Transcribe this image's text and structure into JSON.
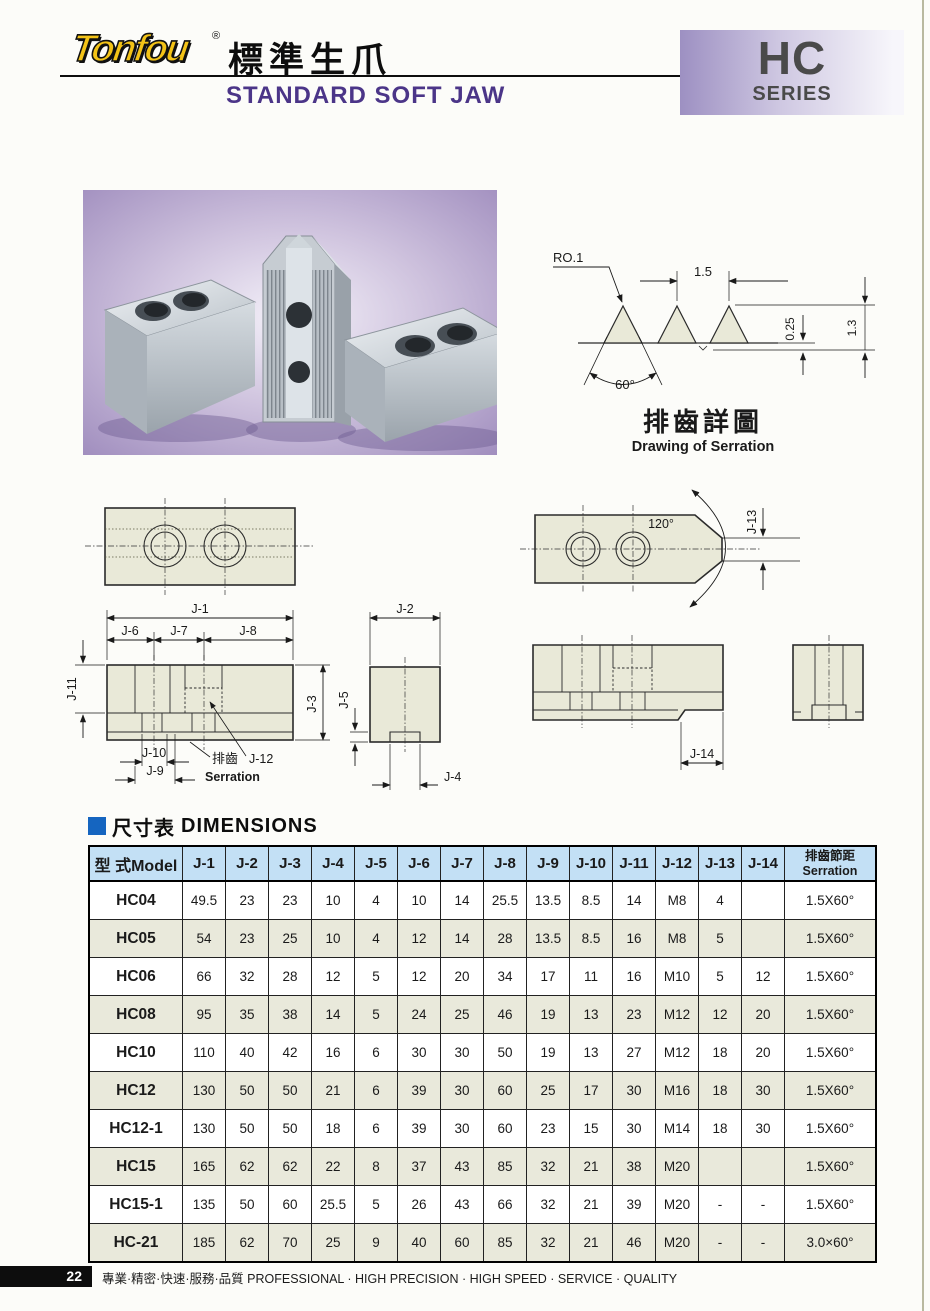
{
  "header": {
    "logo_text": "Tonfou",
    "registered_mark": "®",
    "title_zh": "標準生爪",
    "title_en": "STANDARD SOFT JAW",
    "series_code": "HC",
    "series_label": "SERIES"
  },
  "serration_drawing": {
    "radius_label": "RO.1",
    "pitch_label": "1.5",
    "depth_label": "0.25",
    "height_label": "1.3",
    "angle_label": "60°",
    "title_zh": "排齒詳圖",
    "title_en": "Drawing of Serration"
  },
  "dimension_drawing": {
    "j1": "J-1",
    "j2": "J-2",
    "j3": "J-3",
    "j4": "J-4",
    "j5": "J-5",
    "j6": "J-6",
    "j7": "J-7",
    "j8": "J-8",
    "j9": "J-9",
    "j10": "J-10",
    "j11": "J-11",
    "j12": "J-12",
    "j13": "J-13",
    "j14": "J-14",
    "angle_label": "120°",
    "serration_zh": "排齒",
    "serration_en": "Serration"
  },
  "dimensions_table": {
    "section_title_zh": "尺寸表",
    "section_title_en": "DIMENSIONS",
    "model_header": "型 式Model",
    "j_headers": [
      "J-1",
      "J-2",
      "J-3",
      "J-4",
      "J-5",
      "J-6",
      "J-7",
      "J-8",
      "J-9",
      "J-10",
      "J-11",
      "J-12",
      "J-13",
      "J-14"
    ],
    "serration_header_zh": "排齒節距",
    "serration_header_en": "Serration",
    "rows": [
      {
        "model": "HC04",
        "values": [
          "49.5",
          "23",
          "23",
          "10",
          "4",
          "10",
          "14",
          "25.5",
          "13.5",
          "8.5",
          "14",
          "M8",
          "4",
          ""
        ],
        "serration": "1.5X60°"
      },
      {
        "model": "HC05",
        "values": [
          "54",
          "23",
          "25",
          "10",
          "4",
          "12",
          "14",
          "28",
          "13.5",
          "8.5",
          "16",
          "M8",
          "5",
          ""
        ],
        "serration": "1.5X60°"
      },
      {
        "model": "HC06",
        "values": [
          "66",
          "32",
          "28",
          "12",
          "5",
          "12",
          "20",
          "34",
          "17",
          "11",
          "16",
          "M10",
          "5",
          "12"
        ],
        "serration": "1.5X60°"
      },
      {
        "model": "HC08",
        "values": [
          "95",
          "35",
          "38",
          "14",
          "5",
          "24",
          "25",
          "46",
          "19",
          "13",
          "23",
          "M12",
          "12",
          "20"
        ],
        "serration": "1.5X60°"
      },
      {
        "model": "HC10",
        "values": [
          "110",
          "40",
          "42",
          "16",
          "6",
          "30",
          "30",
          "50",
          "19",
          "13",
          "27",
          "M12",
          "18",
          "20"
        ],
        "serration": "1.5X60°"
      },
      {
        "model": "HC12",
        "values": [
          "130",
          "50",
          "50",
          "21",
          "6",
          "39",
          "30",
          "60",
          "25",
          "17",
          "30",
          "M16",
          "18",
          "30"
        ],
        "serration": "1.5X60°"
      },
      {
        "model": "HC12-1",
        "values": [
          "130",
          "50",
          "50",
          "18",
          "6",
          "39",
          "30",
          "60",
          "23",
          "15",
          "30",
          "M14",
          "18",
          "30"
        ],
        "serration": "1.5X60°"
      },
      {
        "model": "HC15",
        "values": [
          "165",
          "62",
          "62",
          "22",
          "8",
          "37",
          "43",
          "85",
          "32",
          "21",
          "38",
          "M20",
          "",
          ""
        ],
        "serration": "1.5X60°"
      },
      {
        "model": "HC15-1",
        "values": [
          "135",
          "50",
          "60",
          "25.5",
          "5",
          "26",
          "43",
          "66",
          "32",
          "21",
          "39",
          "M20",
          "-",
          "-"
        ],
        "serration": "1.5X60°"
      },
      {
        "model": "HC-21",
        "values": [
          "185",
          "62",
          "70",
          "25",
          "9",
          "40",
          "60",
          "85",
          "32",
          "21",
          "46",
          "M20",
          "-",
          "-"
        ],
        "serration": "3.0×60°"
      }
    ]
  },
  "footer": {
    "page_number": "22",
    "slogan_zh": "專業·精密·快速·服務·品質",
    "slogan_en": "PROFESSIONAL · HIGH PRECISION · HIGH SPEED · SERVICE · QUALITY"
  },
  "colors": {
    "accent_purple": "#4b3588",
    "logo_yellow": "#f3c317",
    "series_gradient_left": "#9d90c2",
    "table_header_blue": "#c3e0f5",
    "row_beige": "#e9e9db",
    "drawing_fill": "#e9e9d8",
    "photo_purple": "#9d8abc",
    "dim_square_blue": "#1565c0"
  }
}
